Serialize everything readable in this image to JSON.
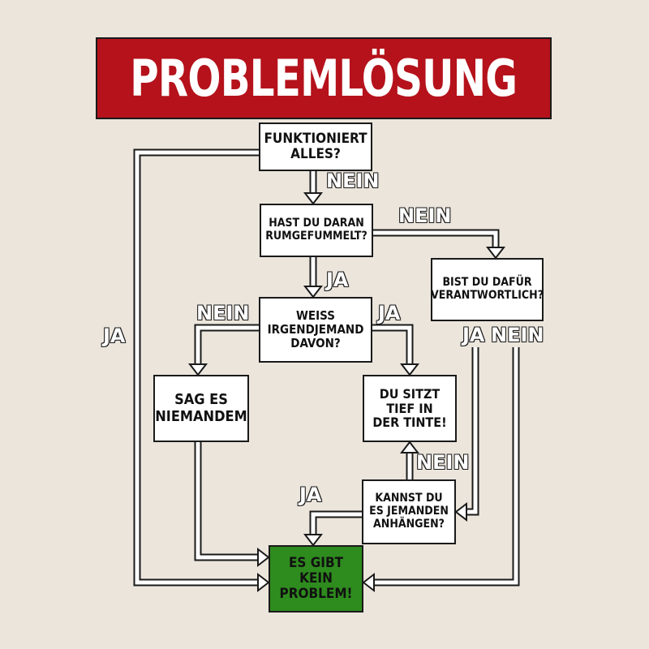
{
  "title": "PROBLEMLÖSUNG",
  "colors": {
    "background": "#ebe5dc",
    "title_background": "#b5121b",
    "title_text": "#ffffff",
    "node_background": "#ffffff",
    "end_node_background": "#2e8b1e",
    "line": "#1a1a1a"
  },
  "nodes": {
    "funktioniert": [
      "FUNKTIONIERT",
      "ALLES?"
    ],
    "rumgefummelt": [
      "HAST DU DARAN",
      "RUMGEFUMMELT?"
    ],
    "verantwortlich": [
      "BIST DU DAFÜR",
      "VERANTWORTLICH?"
    ],
    "weiss": [
      "WEISS",
      "IRGENDJEMAND",
      "DAVON?"
    ],
    "sag_es": [
      "SAG ES",
      "NIEMANDEM"
    ],
    "tinte": [
      "DU SITZT",
      "TIEF IN",
      "DER TINTE!"
    ],
    "anhaengen": [
      "KANNST DU",
      "ES JEMANDEN",
      "ANHÄNGEN?"
    ],
    "kein_problem": [
      "ES GIBT",
      "KEIN",
      "PROBLEM!"
    ]
  },
  "labels": {
    "nein_1": "NEIN",
    "nein_2": "NEIN",
    "ja_1": "JA",
    "nein_3": "NEIN",
    "ja_2": "JA",
    "ja_left": "JA",
    "ja_3": "JA",
    "nein_4": "NEIN",
    "nein_5": "NEIN",
    "ja_4": "JA"
  }
}
